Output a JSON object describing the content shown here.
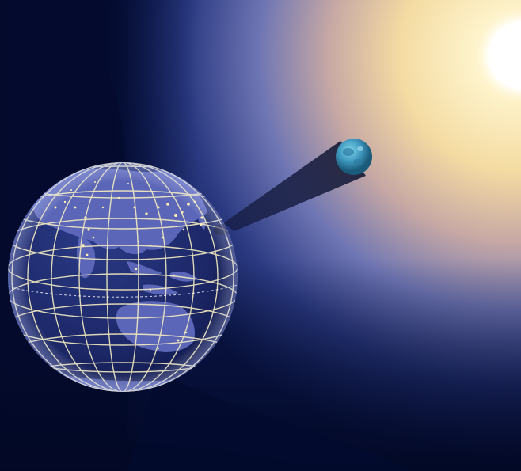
{
  "scene": {
    "subjects": [
      "sun",
      "moon",
      "earth"
    ],
    "colors": {
      "space": "#030b2e",
      "space_mid": "#1b2a6b",
      "space_blue": "#4a5fa8",
      "sun_glow": "#fff4c2",
      "sun_core": "#ffffff",
      "glow_peach": "#e8c59a",
      "shadow_cone": "#0e1330",
      "earth_ocean": "#1e2b6a",
      "earth_land": "#5b66b8",
      "city_lights": "#fff2b0",
      "grid_lines": "#f3ecc0",
      "moon_surface": "#4aa6c9",
      "moon_dark": "#1a5a7a"
    },
    "icons": [
      "sun-icon",
      "moon-icon",
      "earth-globe-icon"
    ]
  }
}
